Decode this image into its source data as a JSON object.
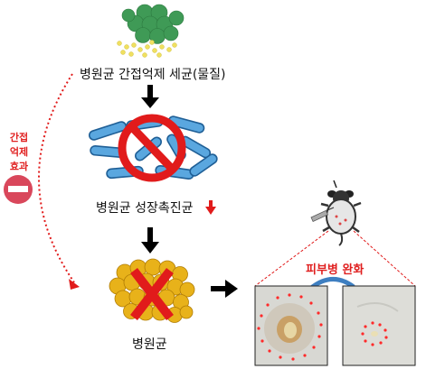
{
  "labels": {
    "top": "병원균 간접억제 세균(물질)",
    "middle": "병원균 성장촉진균",
    "bottom": "병원균",
    "skin": "피부병 완화"
  },
  "side_effect": {
    "line1": "간접",
    "line2": "억제",
    "line3": "효과"
  },
  "colors": {
    "green_cluster": "#3f9a56",
    "rod_bacteria": "#5aa7df",
    "prohibit_sign": "#e11b1b",
    "pathogen": "#e8b21a",
    "cross": "#e11b1b",
    "arrow_red": "#e11b1b",
    "minus_badge": "#d9475b",
    "dots": "#ff2a2a"
  },
  "icons": {
    "mouse": "mouse-icon",
    "syringe": "syringe-icon",
    "down_arrow": "down-arrow-icon",
    "right_arrow": "right-arrow-icon",
    "curved_arrow": "curved-arrow-icon",
    "minus": "minus-icon"
  }
}
